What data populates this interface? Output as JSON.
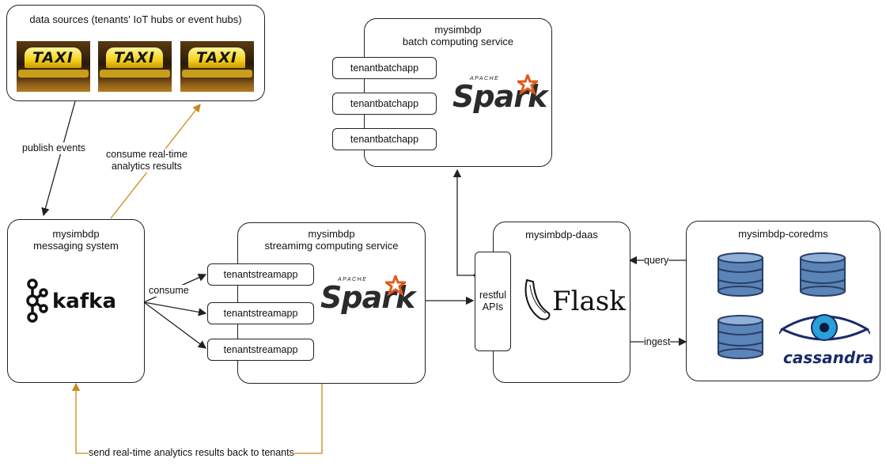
{
  "data_sources": {
    "title": "data sources (tenants' IoT hubs or event hubs)",
    "taxi_sign": "TAXI"
  },
  "messaging": {
    "title": "mysimbdp\nmessaging system",
    "logo_text": "kafka"
  },
  "streaming": {
    "title": "mysimbdp\nstreamimg computing service",
    "apps": [
      "tenantstreamapp",
      "tenantstreamapp",
      "tenantstreamapp"
    ],
    "logo_apache": "APACHE",
    "logo_word": "Spark"
  },
  "batch": {
    "title": "mysimbdp\nbatch computing service",
    "apps": [
      "tenantbatchapp",
      "tenantbatchapp",
      "tenantbatchapp"
    ],
    "logo_apache": "APACHE",
    "logo_word": "Spark"
  },
  "daas": {
    "title": "mysimbdp-daas",
    "api_label": "restful\nAPIs",
    "logo_text": "Flask"
  },
  "coredms": {
    "title": "mysimbdp-coredms",
    "logo_text": "cassandra"
  },
  "edges": {
    "publish": "publish events",
    "consume_results": "consume real-time\nanalytics results",
    "consume": "consume",
    "query": "query",
    "ingest": "ingest",
    "send_back": "send real-time analytics results back to tenants"
  },
  "colors": {
    "accent_orange": "#c98a1a",
    "line": "#222222",
    "db_blue": "#5b84b8",
    "spark_orange": "#e25a1c"
  }
}
